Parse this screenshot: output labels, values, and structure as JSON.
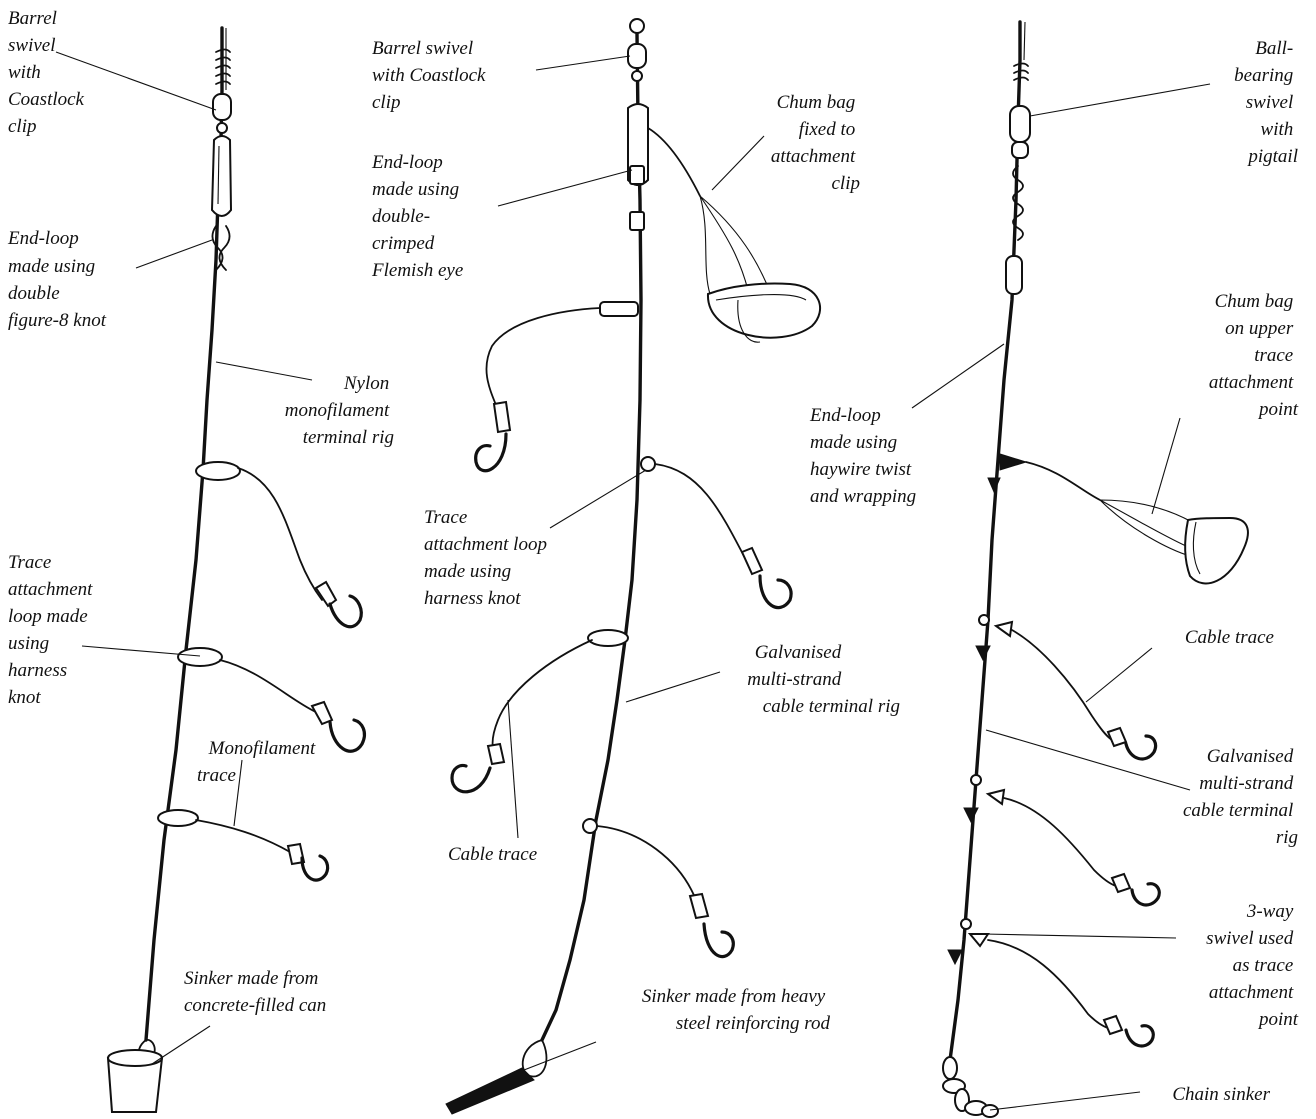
{
  "rig1": {
    "swivel": [
      "Barrel",
      "swivel",
      "with",
      "Coastlock",
      "clip"
    ],
    "end_loop": [
      "End-loop",
      "made using",
      "double",
      "figure-8 knot"
    ],
    "line": [
      "Nylon",
      "monofilament",
      "terminal rig"
    ],
    "trace_loop": [
      "Trace",
      "attachment",
      "loop made",
      "using",
      "harness",
      "knot"
    ],
    "trace": [
      "Monofilament",
      "trace"
    ],
    "sinker": [
      "Sinker made from",
      "concrete-filled can"
    ]
  },
  "rig2": {
    "swivel": [
      "Barrel swivel",
      "with Coastlock",
      "clip"
    ],
    "end_loop": [
      "End-loop",
      "made using",
      "double-",
      "crimped",
      "Flemish eye"
    ],
    "chum_bag": [
      "Chum bag",
      "fixed to",
      "attachment",
      "clip"
    ],
    "trace_loop": [
      "Trace",
      "attachment loop",
      "made using",
      "harness knot"
    ],
    "line": [
      "Galvanised",
      "multi-strand",
      "cable terminal rig"
    ],
    "trace": [
      "Cable trace"
    ],
    "sinker": [
      "Sinker made from heavy",
      "steel reinforcing rod"
    ]
  },
  "rig3": {
    "swivel": [
      "Ball-",
      "bearing",
      "swivel",
      "with",
      "pigtail"
    ],
    "chum_bag": [
      "Chum bag",
      "on upper",
      "trace",
      "attachment",
      "point"
    ],
    "end_loop": [
      "End-loop",
      "made using",
      "haywire twist",
      "and wrapping"
    ],
    "trace": [
      "Cable trace"
    ],
    "line": [
      "Galvanised",
      "multi-strand",
      "cable terminal",
      "rig"
    ],
    "three_way": [
      "3-way",
      "swivel used",
      "as trace",
      "attachment",
      "point"
    ],
    "sinker": [
      "Chain sinker"
    ]
  }
}
